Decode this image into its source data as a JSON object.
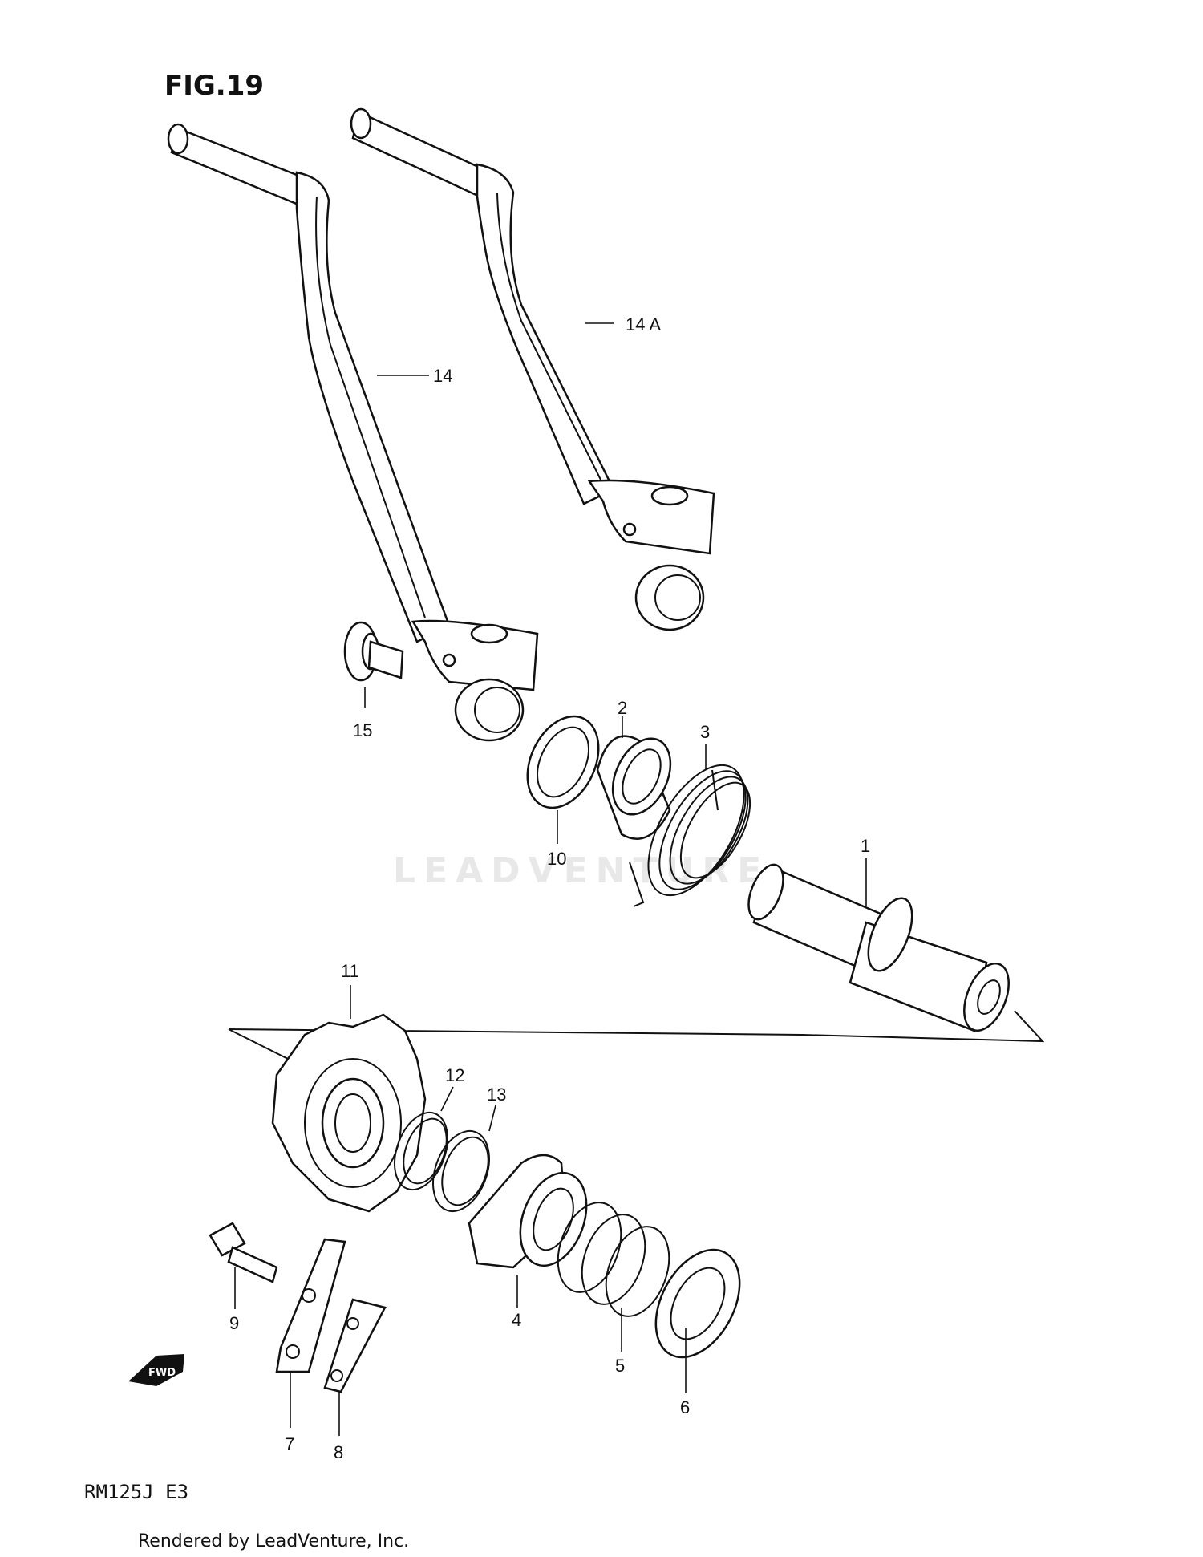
{
  "figure": {
    "title": "FIG.19",
    "model_code": "RM125J  E3",
    "footer": "Rendered by LeadVenture, Inc.",
    "watermark": "LEADVENTURE",
    "direction_badge": "FWD"
  },
  "callouts": [
    {
      "id": "1",
      "text": "1"
    },
    {
      "id": "2",
      "text": "2"
    },
    {
      "id": "3",
      "text": "3"
    },
    {
      "id": "4",
      "text": "4"
    },
    {
      "id": "5",
      "text": "5"
    },
    {
      "id": "6",
      "text": "6"
    },
    {
      "id": "7",
      "text": "7"
    },
    {
      "id": "8",
      "text": "8"
    },
    {
      "id": "9",
      "text": "9"
    },
    {
      "id": "10",
      "text": "10"
    },
    {
      "id": "11",
      "text": "11"
    },
    {
      "id": "12",
      "text": "12"
    },
    {
      "id": "13",
      "text": "13"
    },
    {
      "id": "14",
      "text": "14"
    },
    {
      "id": "14A",
      "text": "14 A"
    },
    {
      "id": "15",
      "text": "15"
    }
  ]
}
